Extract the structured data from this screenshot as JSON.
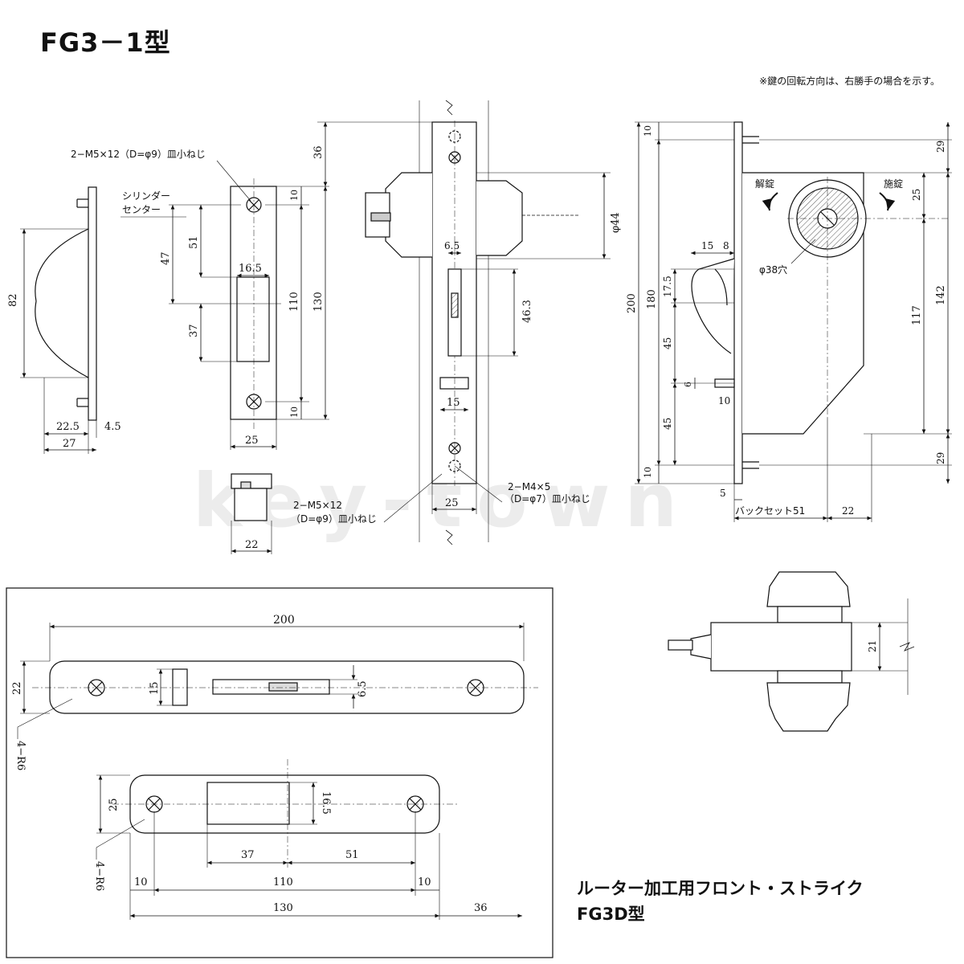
{
  "title": "FG3－1型",
  "note": "※鍵の回転方向は、右勝手の場合を示す。",
  "watermark": "key-town",
  "router_section": {
    "title_line1": "ルーター加工用フロント・ストライク",
    "title_line2": "FG3D型"
  },
  "labels": {
    "screw_top": "2−M5×12（D=φ9）皿小ねじ",
    "cylinder_center_1": "シリンダー",
    "cylinder_center_2": "センター",
    "screw_front_1": "2−M5×12",
    "screw_front_2": "（D=φ9）皿小ねじ",
    "screw_m4_1": "2−M4×5",
    "screw_m4_2": "（D=φ7）皿小ねじ",
    "unlock": "解錠",
    "lock": "施錠",
    "hole38": "φ38穴",
    "backset": "バックセット51",
    "r6a": "4−R6",
    "r6b": "4−R6"
  },
  "dims": {
    "strike_h82": "82",
    "strike_w22_5": "22.5",
    "strike_w4_5": "4.5",
    "strike_w27": "27",
    "front_47": "47",
    "front_51": "51",
    "front_37": "37",
    "front_16_5": "16.5",
    "front_110": "110",
    "front_130": "130",
    "front_10a": "10",
    "front_10b": "10",
    "front_36": "36",
    "front_25": "25",
    "front_22": "22",
    "side_phi44": "φ44",
    "side_6_5": "6.5",
    "side_46_3": "46.3",
    "side_15": "15",
    "side_25": "25",
    "body_10a": "10",
    "body_10b": "10",
    "body_200": "200",
    "body_180": "180",
    "body_17_5": "17.5",
    "body_45a": "45",
    "body_45b": "45",
    "body_6": "6",
    "body_10c": "10",
    "body_15": "15",
    "body_8": "8",
    "body_29a": "29",
    "body_29b": "29",
    "body_25": "25",
    "body_142": "142",
    "body_117": "117",
    "body_5": "5",
    "body_22": "22",
    "cyl_21": "21",
    "rt_200": "200",
    "rt_22": "22",
    "rt_15": "15",
    "rt_6_5": "6.5",
    "rt_25": "25",
    "rt_16_5": "16.5",
    "rt_37": "37",
    "rt_51": "51",
    "rt_10a": "10",
    "rt_110": "110",
    "rt_10b": "10",
    "rt_130": "130",
    "rt_36": "36"
  }
}
